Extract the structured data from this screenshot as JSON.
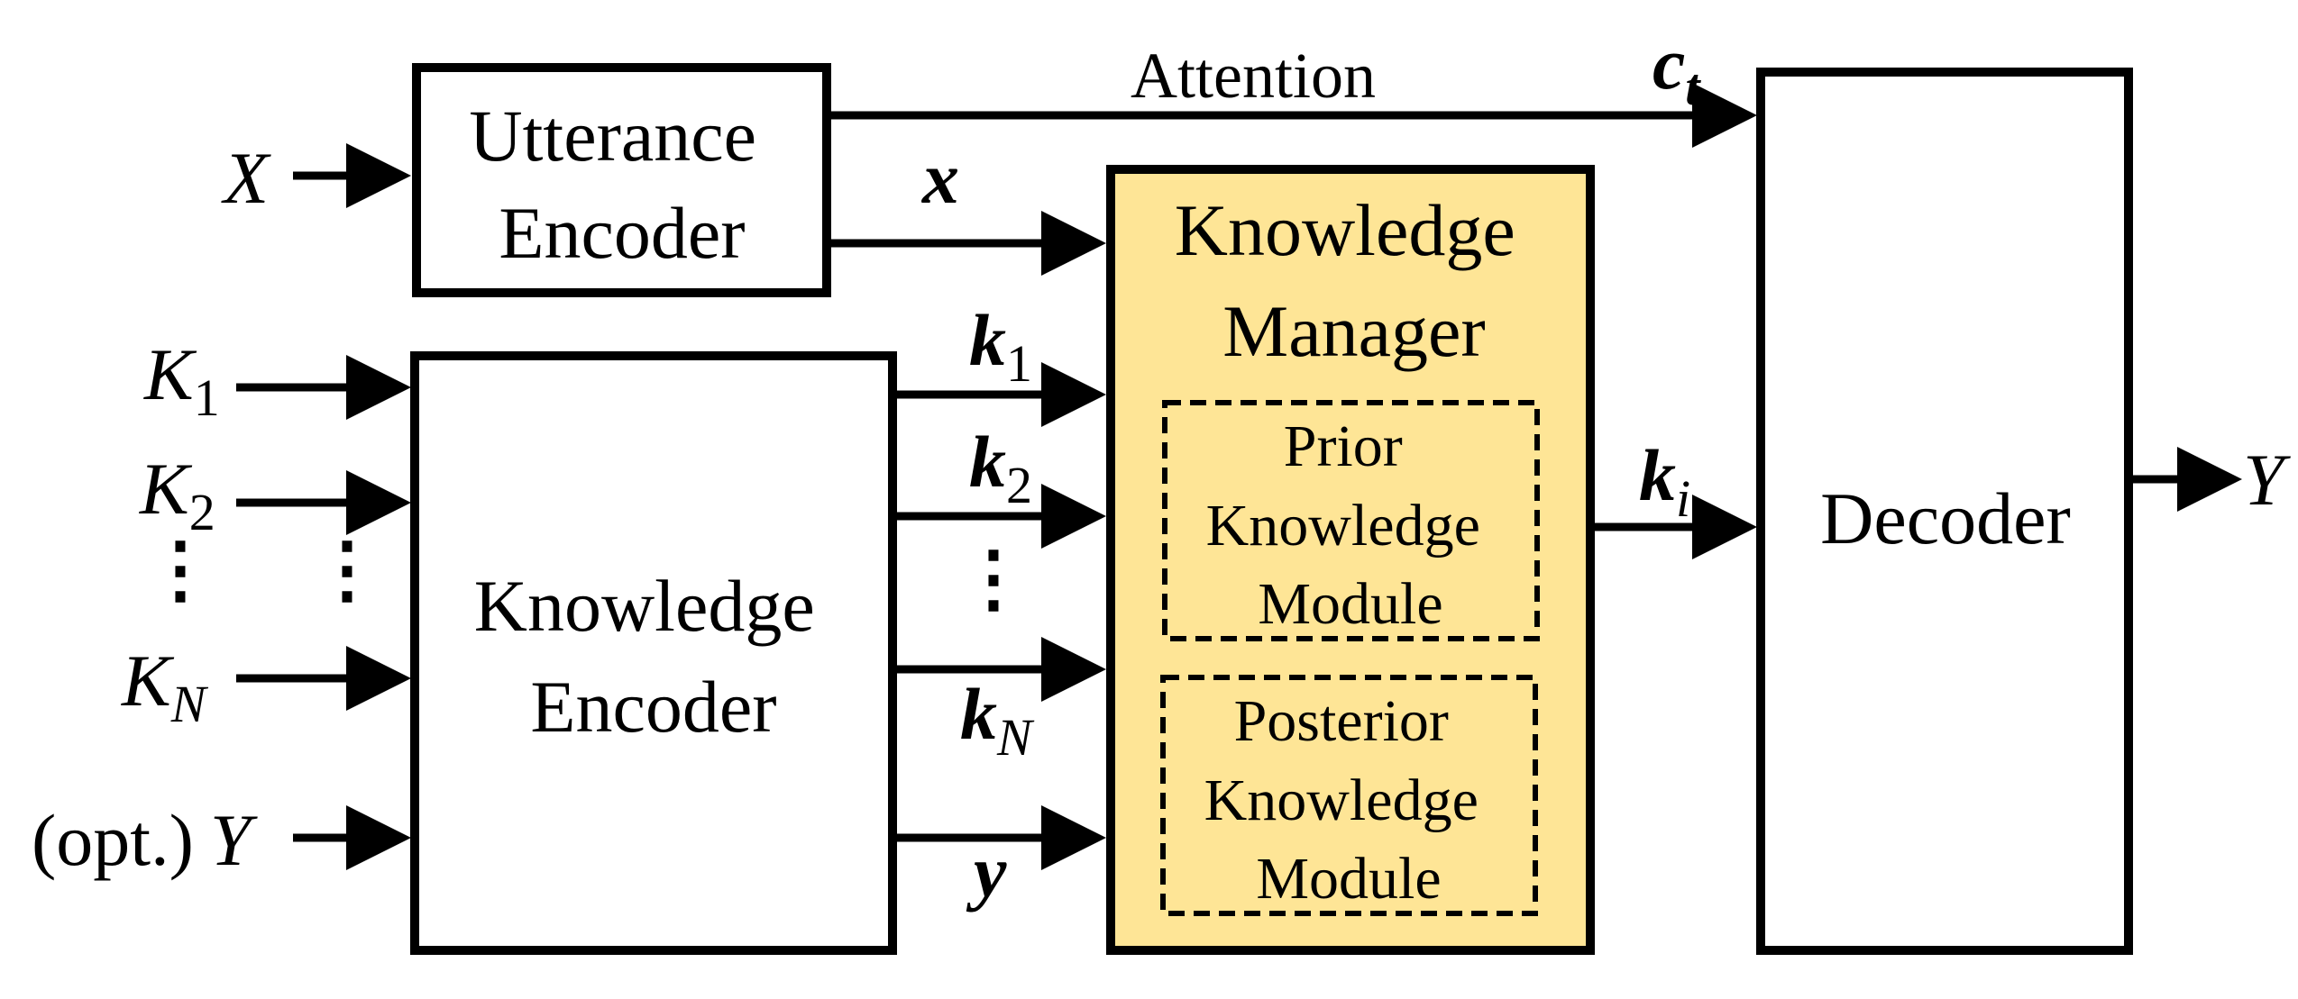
{
  "boxes": {
    "utterance_encoder": [
      "Utterance",
      "Encoder"
    ],
    "knowledge_encoder": [
      "Knowledge",
      "Encoder"
    ],
    "knowledge_manager": [
      "Knowledge",
      "Manager"
    ],
    "prior_module": [
      "Prior",
      "Knowledge",
      "Module"
    ],
    "posterior_module": [
      "Posterior",
      "Knowledge",
      "Module"
    ],
    "decoder": "Decoder"
  },
  "inputs": {
    "X": "X",
    "K1": {
      "base": "K",
      "sub": "1"
    },
    "K2": {
      "base": "K",
      "sub": "2"
    },
    "KN": {
      "base": "K",
      "sub": "N"
    },
    "opt_prefix": "(opt.)",
    "opt_var": "Y"
  },
  "vectors": {
    "x": "x",
    "k1": {
      "base": "k",
      "sub": "1"
    },
    "k2": {
      "base": "k",
      "sub": "2"
    },
    "kN": {
      "base": "k",
      "sub": "N"
    },
    "y": "y",
    "ki": {
      "base": "k",
      "sub": "i"
    },
    "ct": {
      "base": "c",
      "sub": "t"
    }
  },
  "attention_label": "Attention",
  "output": "Y",
  "ellipsis": "⋮",
  "colors": {
    "knowledge_manager_fill": "#FEE596",
    "stroke": "#000000"
  }
}
